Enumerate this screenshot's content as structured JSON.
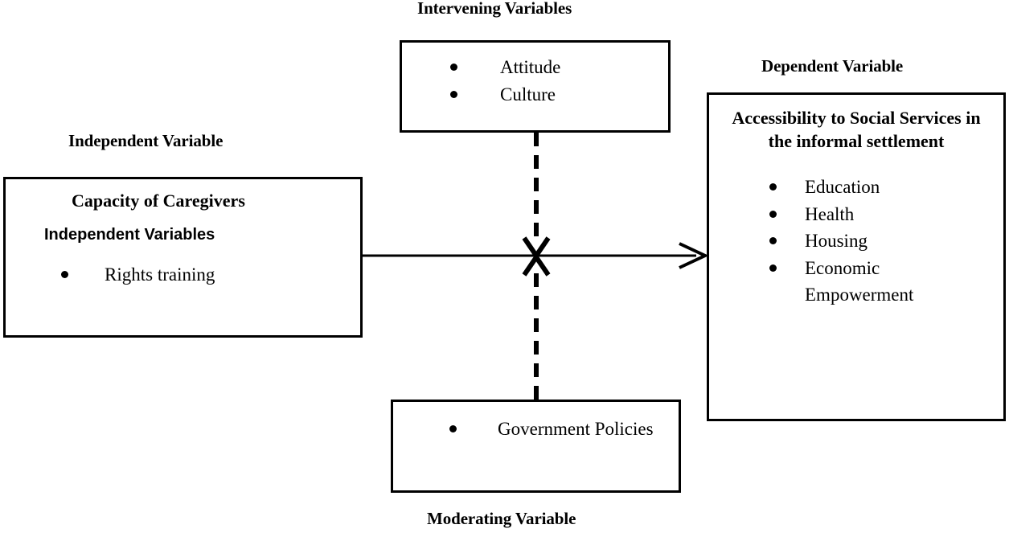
{
  "diagram": {
    "title_independent": "Independent Variable",
    "title_intervening": "Intervening Variables",
    "title_dependent": "Dependent Variable",
    "title_moderating": "Moderating Variable",
    "colors": {
      "stroke": "#000000",
      "background": "#ffffff",
      "text": "#000000"
    }
  },
  "independent_box": {
    "heading": "Capacity of Caregivers",
    "subheading": "Independent Variables",
    "bullets": [
      "Rights training"
    ]
  },
  "intervening_box": {
    "bullets": [
      "Attitude",
      "Culture"
    ]
  },
  "dependent_box": {
    "heading": "Accessibility to Social Services in the informal settlement",
    "bullets": [
      "Education",
      "Health",
      "Housing",
      "Economic Empowerment"
    ]
  },
  "moderating_box": {
    "bullets": [
      "Government Policies"
    ]
  }
}
